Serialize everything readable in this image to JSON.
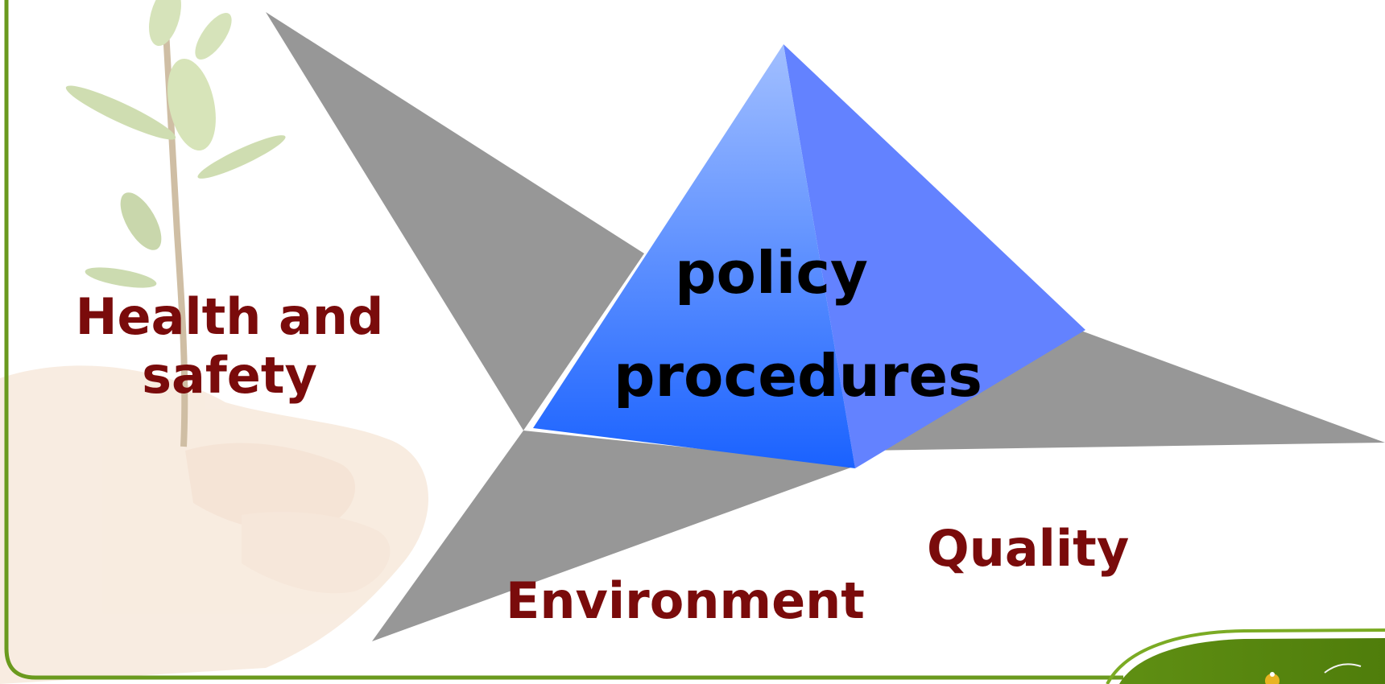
{
  "labels": {
    "health_and_safety": "Health and safety",
    "policy": "policy",
    "procedures": "procedures",
    "quality": "Quality",
    "environment": "Environment"
  },
  "colors": {
    "label_text": "#7a0b0b",
    "center_text": "#000000",
    "pyramid_light": "#9bb9ff",
    "pyramid_dark": "#1f63ff",
    "pyramid_side": "#6382ff",
    "spikes": "#979797",
    "border": "#6a9a1e"
  },
  "icons": {
    "plant_in_hands": "plant-in-hands-illustration",
    "logo": "logo-seal"
  }
}
